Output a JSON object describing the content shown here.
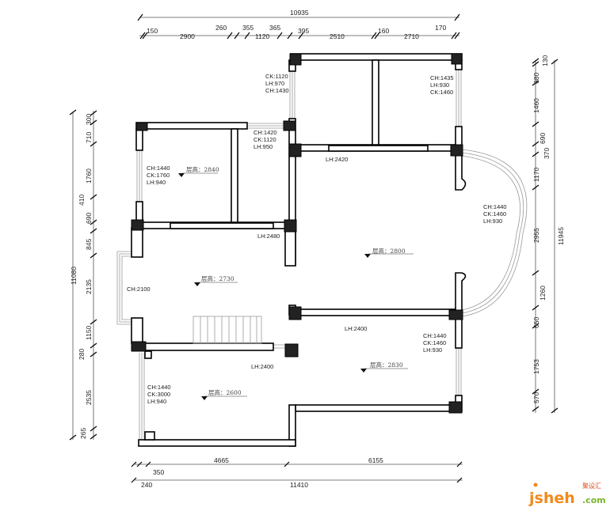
{
  "dimensions": {
    "top_total": "10935",
    "top_segments": [
      "150",
      "2900",
      "260",
      "355",
      "1120",
      "365",
      "395",
      "2510",
      "160",
      "2710",
      "170"
    ],
    "left_total": "11080",
    "left_segments": [
      "300",
      "710",
      "1760",
      "410",
      "690",
      "845",
      "2135",
      "1150",
      "280",
      "2535",
      "265"
    ],
    "right_total": "11945",
    "right_segments": [
      "130",
      "680",
      "1460",
      "690",
      "370",
      "1170",
      "2955",
      "1260",
      "650",
      "1753",
      "570"
    ],
    "bottom_segments": [
      "4665",
      "6155"
    ],
    "bottom_small": [
      "350",
      "240"
    ],
    "bottom_total": "11410"
  },
  "annotations": {
    "upper_left_window": [
      "CK:1120",
      "LH:970",
      "CH:1430"
    ],
    "upper_right_window": [
      "CH:1435",
      "LH:930",
      "CK:1460"
    ],
    "mid_window": [
      "CH:1420",
      "CK:1120",
      "LH:950"
    ],
    "left_room_window": [
      "CH:1440",
      "CK:1760",
      "LH:940"
    ],
    "bay_window": [
      "CH:1440",
      "CK:1460",
      "LH:930"
    ],
    "lower_right_window": [
      "CH:1440",
      "CK:1460",
      "LH:930"
    ],
    "lower_left_window": [
      "CH:1440",
      "CK:3000",
      "LH:940"
    ],
    "door_2420": "LH:2420",
    "door_2480": "LH:2480",
    "door_2400_a": "LH:2400",
    "door_2400_b": "LH:2400",
    "left_opening": "CH:2100"
  },
  "levels": {
    "l2840": "层高：2840",
    "l2800": "层高：2800",
    "l2730": "层高：2730",
    "l2830": "层高：2830",
    "l2600": "层高：2600"
  },
  "watermark": {
    "brand": "jsheh",
    "domain": ".com",
    "cn": "聚设汇"
  }
}
